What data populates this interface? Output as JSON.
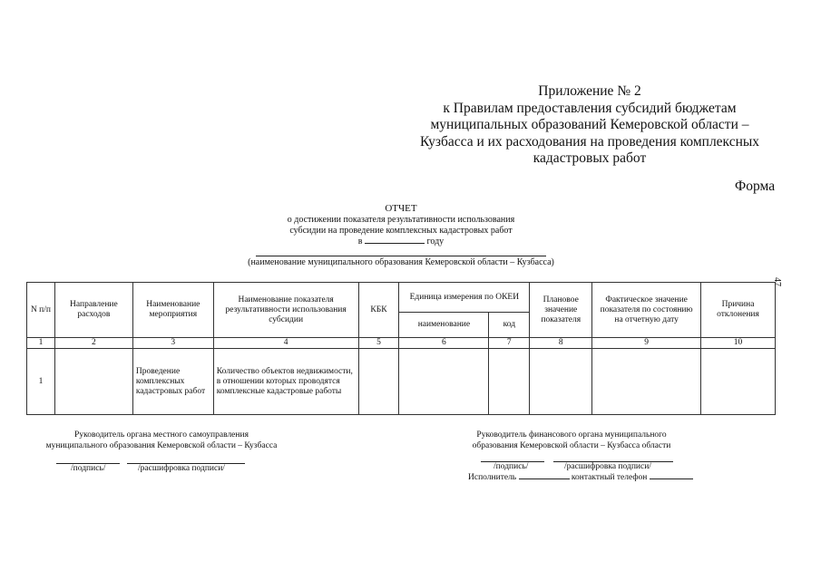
{
  "appendix": {
    "lines": [
      "Приложение № 2",
      "к Правилам предоставления субсидий бюджетам",
      "муниципальных образований Кемеровской области –",
      "Кузбасса и их расходования на проведения комплексных",
      "кадастровых работ"
    ]
  },
  "forma_label": "Форма",
  "page_number": "47",
  "report": {
    "title": "ОТЧЕТ",
    "subtitle_lines": [
      "о достижении показателя результативности использования",
      "субсидии на проведение комплексных кадастровых работ"
    ],
    "year_prefix": "в",
    "year_suffix": "году",
    "muni_caption": "(наименование муниципального образования Кемеровской области – Кузбасса)"
  },
  "table": {
    "headers": {
      "num": "N п/п",
      "direction": "Направление расходов",
      "event": "Наименование мероприятия",
      "indicator": "Наименование показателя результативности использования субсидии",
      "kbk": "КБК",
      "okei": "Единица измерения по ОКЕИ",
      "okei_name": "наименование",
      "okei_code": "код",
      "planned": "Плановое значение показателя",
      "actual": "Фактическое значение показателя по состоянию на отчетную дату",
      "reason": "Причина отклонения"
    },
    "column_numbers": [
      "1",
      "2",
      "3",
      "4",
      "5",
      "6",
      "7",
      "8",
      "9",
      "10"
    ],
    "rows": [
      {
        "num": "1",
        "direction": "",
        "event": "Проведение комплексных кадастровых работ",
        "indicator": "Количество объектов недвижимости, в отношении которых проводятся комплексные кадастровые работы",
        "kbk": "",
        "okei_name": "",
        "okei_code": "",
        "planned": "",
        "actual": "",
        "reason": ""
      }
    ]
  },
  "signatures": {
    "left": {
      "lines": [
        "Руководитель органа местного самоуправления",
        "муниципального образования Кемеровской области – Кузбасса"
      ],
      "sign_caption": "/подпись/",
      "decode_caption": "/расшифровка подписи/"
    },
    "right": {
      "lines": [
        "Руководитель финансового органа муниципального",
        "образования Кемеровской области – Кузбасса области"
      ],
      "sign_caption": "/подпись/",
      "decode_caption": "/расшифровка подписи/"
    },
    "executor_label": "Исполнитель",
    "phone_label": "контактный телефон"
  }
}
